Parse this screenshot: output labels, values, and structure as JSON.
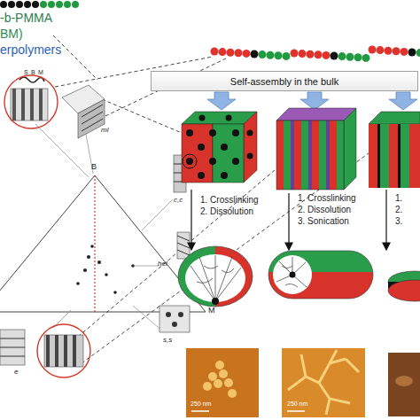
{
  "diagram": {
    "nodes": [
      {
        "text": [
          "Self-assembly in the bulk"
        ]
      }
    ],
    "labels": [
      "-b-PMMA",
      "BM)",
      "erpolymers",
      "S",
      "B",
      "M",
      "ml",
      "B",
      "M",
      "c,c",
      "hel",
      "s,s",
      "e",
      "1. Crosslinking",
      "2. Dissolution",
      "1. Crosslinking",
      "2. Dissolution",
      "3. Sonication",
      "1.",
      "2.",
      "3.",
      "250 nm",
      "250 nm"
    ]
  }
}
